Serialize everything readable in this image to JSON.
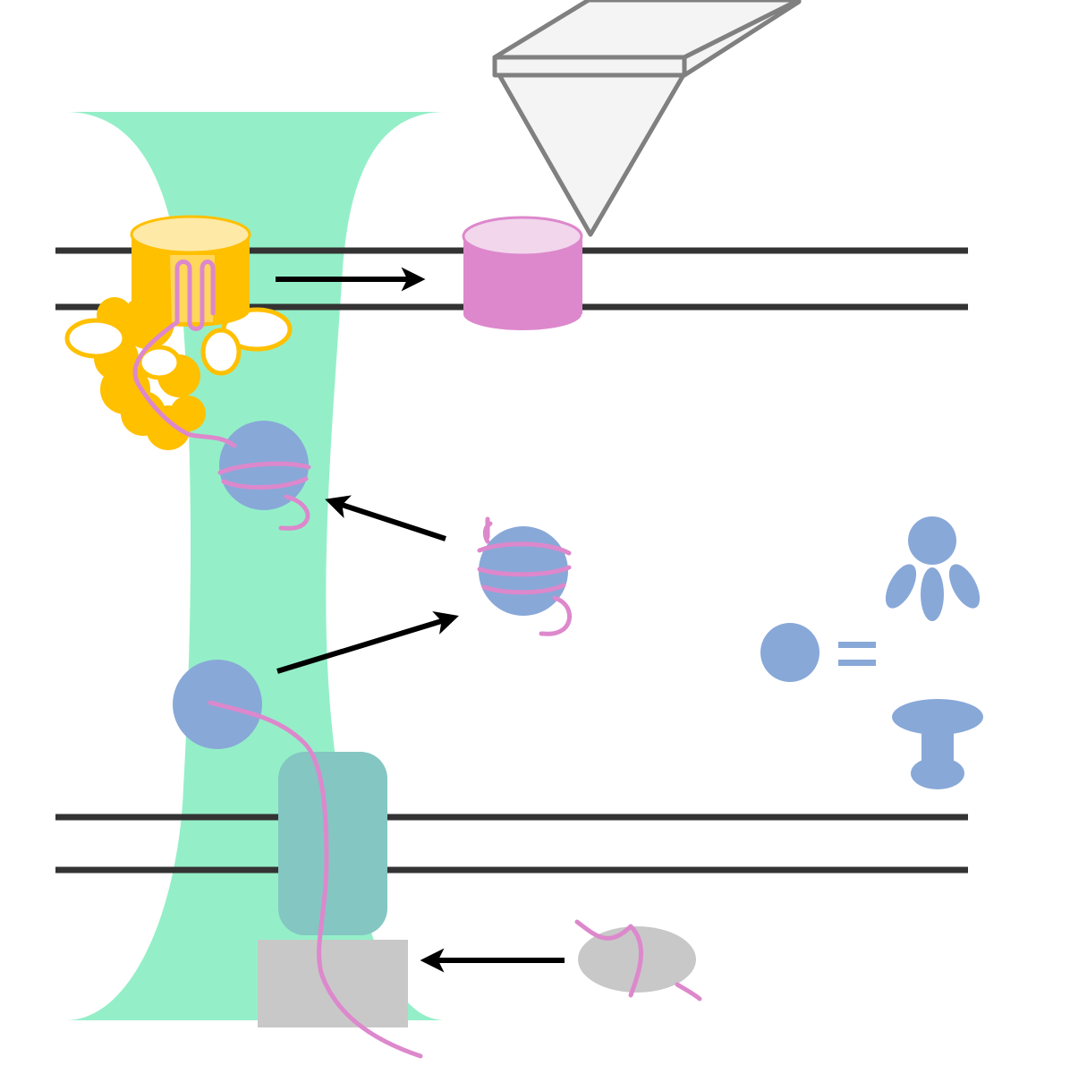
{
  "diagram": {
    "colors": {
      "background": "#ffffff",
      "channel": "#94efc8",
      "membrane_line": "#333333",
      "translocon_fill": "#ffc000",
      "translocon_top": "#ffe9a6",
      "target_protein_fill": "#dd88cc",
      "target_protein_top": "#f2d6ec",
      "peptide_chain": "#dd88cc",
      "chaperone": "#88a8d8",
      "motor": "#84c6c2",
      "gray_complex": "#c8c8c8",
      "afm_tip_fill": "#f4f4f4",
      "afm_tip_stroke": "#808080",
      "arrow": "#000000"
    },
    "elements": [
      {
        "name": "afm-cantilever-tip",
        "shape": "cantilever"
      },
      {
        "name": "hourglass-channel",
        "shape": "channel"
      },
      {
        "name": "upper-membrane",
        "shape": "double-line"
      },
      {
        "name": "lower-membrane",
        "shape": "double-line"
      },
      {
        "name": "translocon-complex",
        "shape": "barrel"
      },
      {
        "name": "inserted-protein",
        "shape": "barrel"
      },
      {
        "name": "folded-chaperone-bound-protein",
        "shape": "circle"
      },
      {
        "name": "free-chaperone-protein",
        "shape": "circle"
      },
      {
        "name": "empty-chaperone",
        "shape": "circle"
      },
      {
        "name": "motor-transporter",
        "shape": "rounded-rect"
      },
      {
        "name": "gray-complex",
        "shape": "rect"
      },
      {
        "name": "gray-substrate-protein",
        "shape": "ellipse"
      },
      {
        "name": "chaperone-legend-symbol",
        "shape": "circle"
      },
      {
        "name": "equals-sign",
        "shape": "glyph"
      },
      {
        "name": "chaperone-alternative-shape-1",
        "shape": "trimer"
      },
      {
        "name": "chaperone-alternative-shape-2",
        "shape": "mushroom"
      }
    ],
    "arrows": [
      {
        "name": "arrow-insertion",
        "direction": "right"
      },
      {
        "name": "arrow-release",
        "direction": "left"
      },
      {
        "name": "arrow-folding",
        "direction": "up-right"
      },
      {
        "name": "arrow-handover",
        "direction": "left"
      }
    ]
  }
}
